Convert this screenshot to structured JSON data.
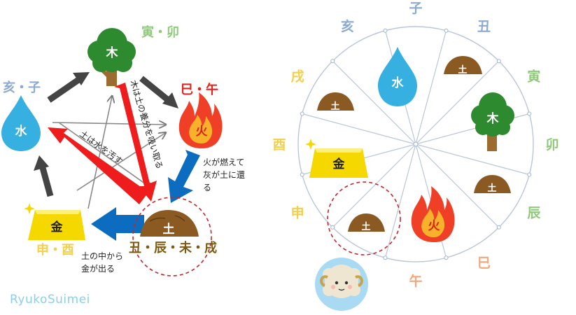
{
  "left": {
    "elements": {
      "wood": {
        "char": "木",
        "branches": "寅・卯",
        "branch_color": "#8fc97a"
      },
      "fire": {
        "char": "火",
        "branches": "巳・午",
        "branch_color": "#e8201b"
      },
      "earth": {
        "char": "土",
        "branches": "丑・辰・未・戌",
        "branch_color": "#7b5a12"
      },
      "metal": {
        "char": "金",
        "branches": "申・酉",
        "branch_color": "#f2cf4c"
      },
      "water": {
        "char": "水",
        "branches": "亥・子",
        "branch_color": "#8aaad2"
      }
    },
    "notes": {
      "wood_earth": "木は土の養分を吸い取る",
      "earth_water": "土は水を汚す",
      "fire_earth_1": "火が燃えて",
      "fire_earth_2": "灰が土に還",
      "fire_earth_3": "る",
      "earth_metal_1": "土の中から",
      "earth_metal_2": "金が出る"
    }
  },
  "right": {
    "zodiac": [
      {
        "char": "子",
        "color": "#8aaad2"
      },
      {
        "char": "丑",
        "color": "#8aaad2"
      },
      {
        "char": "寅",
        "color": "#8fc97a"
      },
      {
        "char": "卯",
        "color": "#8fc97a"
      },
      {
        "char": "辰",
        "color": "#8fc97a"
      },
      {
        "char": "巳",
        "color": "#f4a77c"
      },
      {
        "char": "午",
        "color": "#f4a77c"
      },
      {
        "char": "申",
        "color": "#f2cf4c"
      },
      {
        "char": "酉",
        "color": "#f2cf4c"
      },
      {
        "char": "戌",
        "color": "#f2cf4c"
      },
      {
        "char": "亥",
        "color": "#8aaad2"
      }
    ],
    "symbols": {
      "water": "水",
      "wood": "木",
      "metal": "金",
      "fire": "火",
      "earth": "土"
    }
  },
  "watermark": "RyukoSuimei",
  "colors": {
    "water": "#35b0e0",
    "wood": "#2e8a2e",
    "trunk": "#9c6b2f",
    "fire": "#ef3f27",
    "fire_inner": "#f7b12a",
    "earth": "#8a5a22",
    "metal": "#f4d800",
    "red_arrow": "#ee1c1c",
    "blue_arrow": "#0b6cc0",
    "dark_arrow": "#444444",
    "dashed": "#c0272d",
    "wheel_line": "#b9c6d8"
  }
}
